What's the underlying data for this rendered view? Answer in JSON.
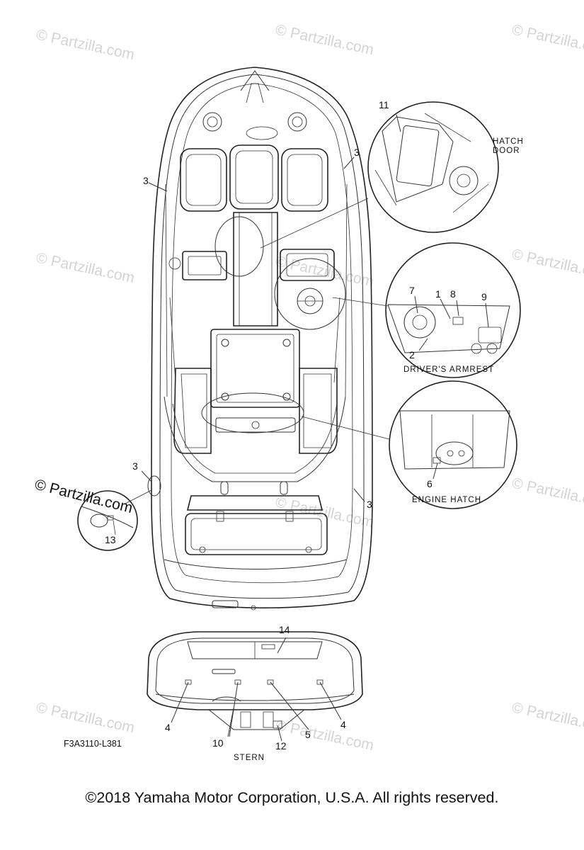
{
  "watermarks": [
    "© Partzilla.com",
    "© Partzilla.com",
    "© Partzilla.com",
    "© Partzilla.com",
    "© Partzilla.com",
    "© Partzilla.com",
    "© Partzilla.com",
    "© Partzilla.com",
    "© Partzilla.com",
    "© Partzilla.com",
    "© Partzilla.com"
  ],
  "overlay_watermark": "© Partzilla.com",
  "callouts": {
    "c1": "1",
    "c2": "2",
    "c3a": "3",
    "c3b": "3",
    "c3c": "3",
    "c3d": "3",
    "c4a": "4",
    "c4b": "4",
    "c5": "5",
    "c6": "6",
    "c7": "7",
    "c8": "8",
    "c9": "9",
    "c10": "10",
    "c11": "11",
    "c12": "12",
    "c13": "13",
    "c14": "14"
  },
  "captions": {
    "hatch_door_line1": "HATCH",
    "hatch_door_line2": "DOOR",
    "drivers_armrest": "DRIVER'S ARMREST",
    "engine_hatch": "ENGINE HATCH",
    "stern": "STERN"
  },
  "diagram_code": "F3A3110-L381",
  "copyright": "©2018  Yamaha Motor Corporation, U.S.A. All rights reserved."
}
